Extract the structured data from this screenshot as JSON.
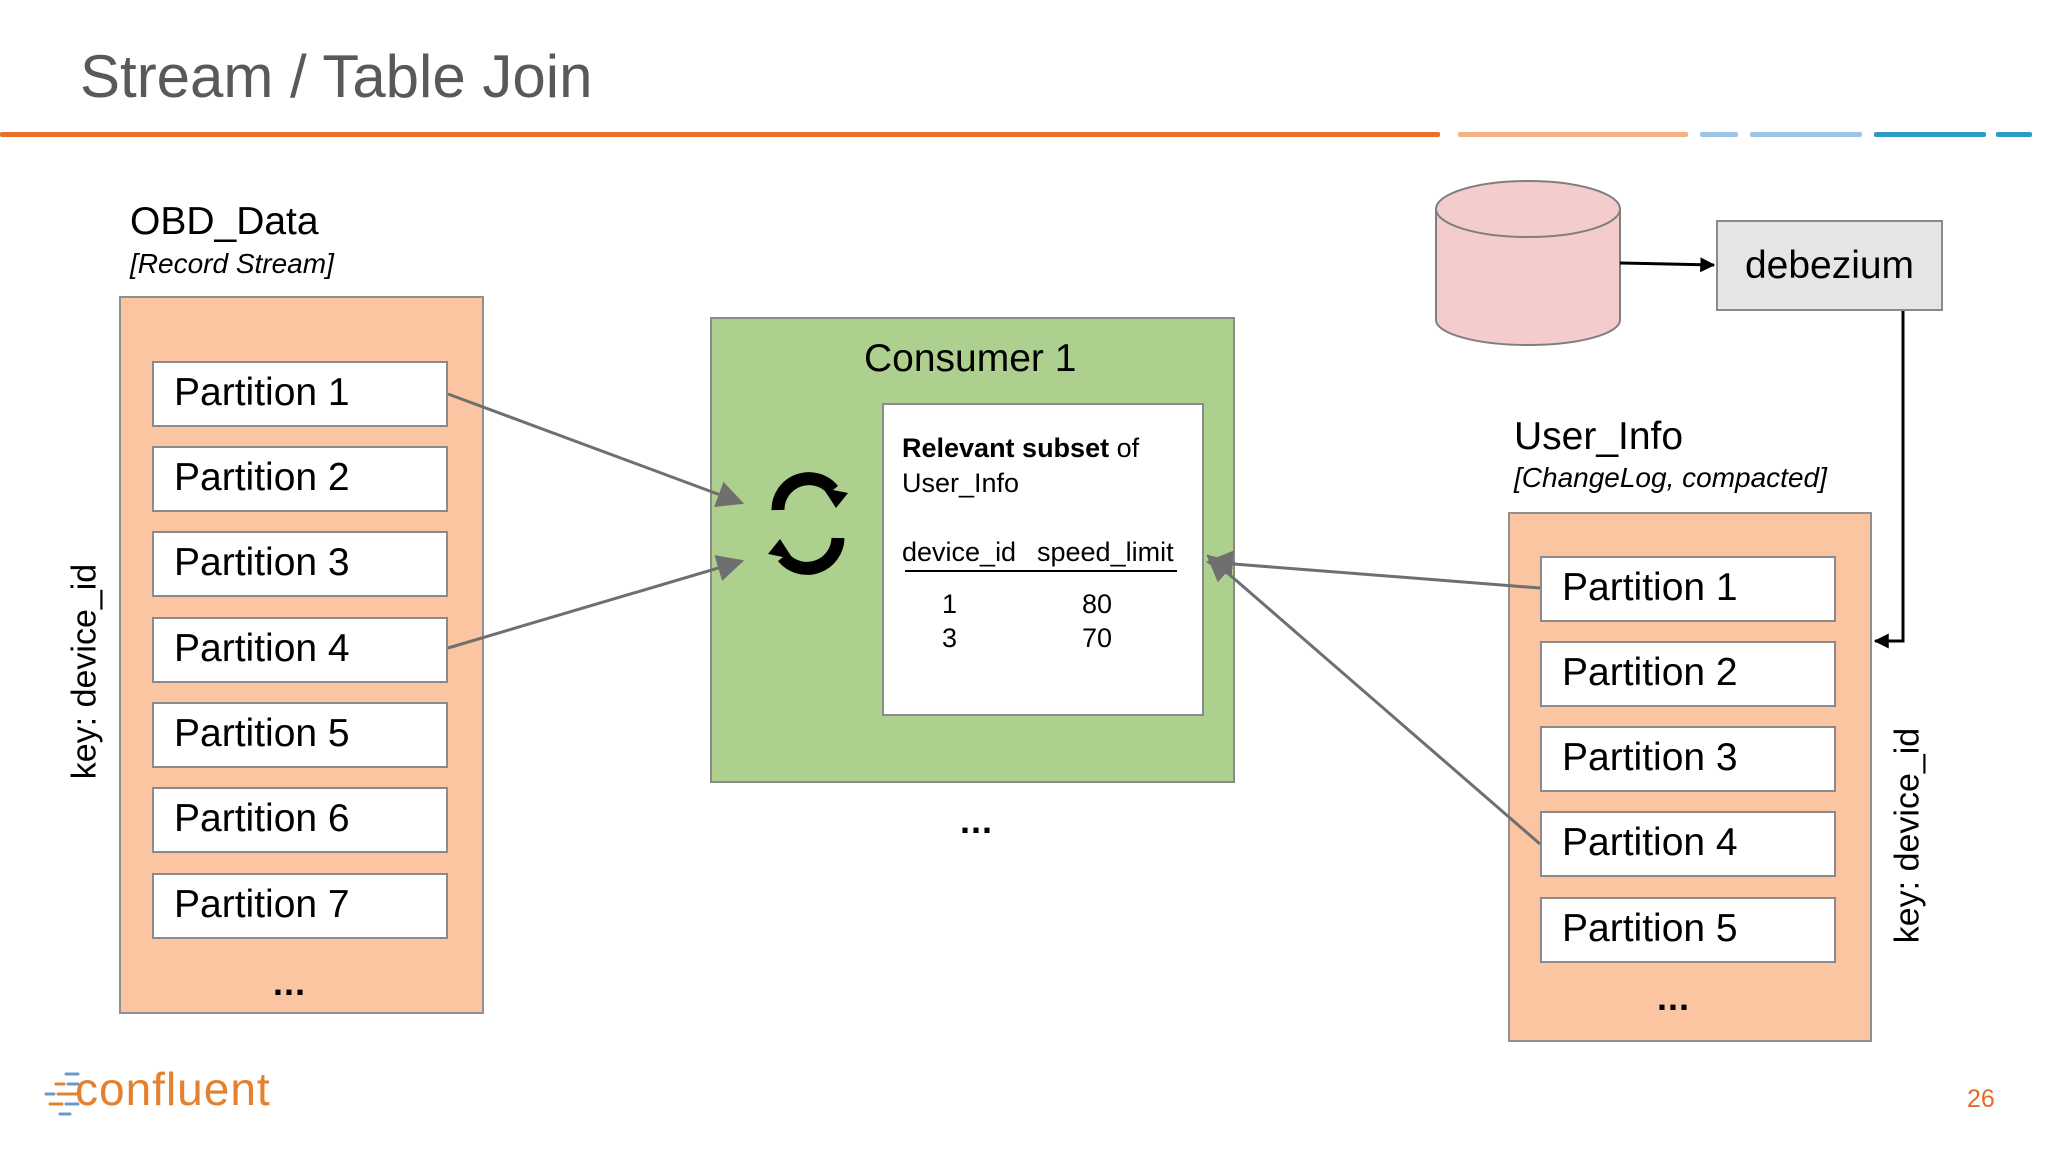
{
  "slide": {
    "title": "Stream / Table Join",
    "page_number": "26",
    "logo": "confluent"
  },
  "obd_data": {
    "title": "OBD_Data",
    "subtitle": "[Record Stream]",
    "partitions": [
      "Partition 1",
      "Partition 2",
      "Partition 3",
      "Partition 4",
      "Partition 5",
      "Partition 6",
      "Partition 7"
    ],
    "more": "...",
    "key_label": "key: device_id"
  },
  "consumer": {
    "title": "Consumer 1",
    "subset_bold": "Relevant subset",
    "subset_rest": " of",
    "subset_line2": "User_Info",
    "columns": [
      "device_id",
      "speed_limit"
    ],
    "rows": [
      [
        "1",
        "80"
      ],
      [
        "3",
        "70"
      ]
    ],
    "more": "..."
  },
  "user_info": {
    "title": "User_Info",
    "subtitle": "[ChangeLog, compacted]",
    "partitions": [
      "Partition 1",
      "Partition 2",
      "Partition 3",
      "Partition 4",
      "Partition 5"
    ],
    "more": "...",
    "key_label": "key: device_id"
  },
  "debezium": {
    "label": "debezium"
  },
  "colors": {
    "accent_orange": "#e8702a",
    "light_orange": "#f4b183",
    "light_blue": "#9dc3e6",
    "mid_blue": "#2e9bc6",
    "topic_fill": "#fcc5a2",
    "consumer_fill": "#aed08e",
    "database_fill": "#f4cccc"
  }
}
